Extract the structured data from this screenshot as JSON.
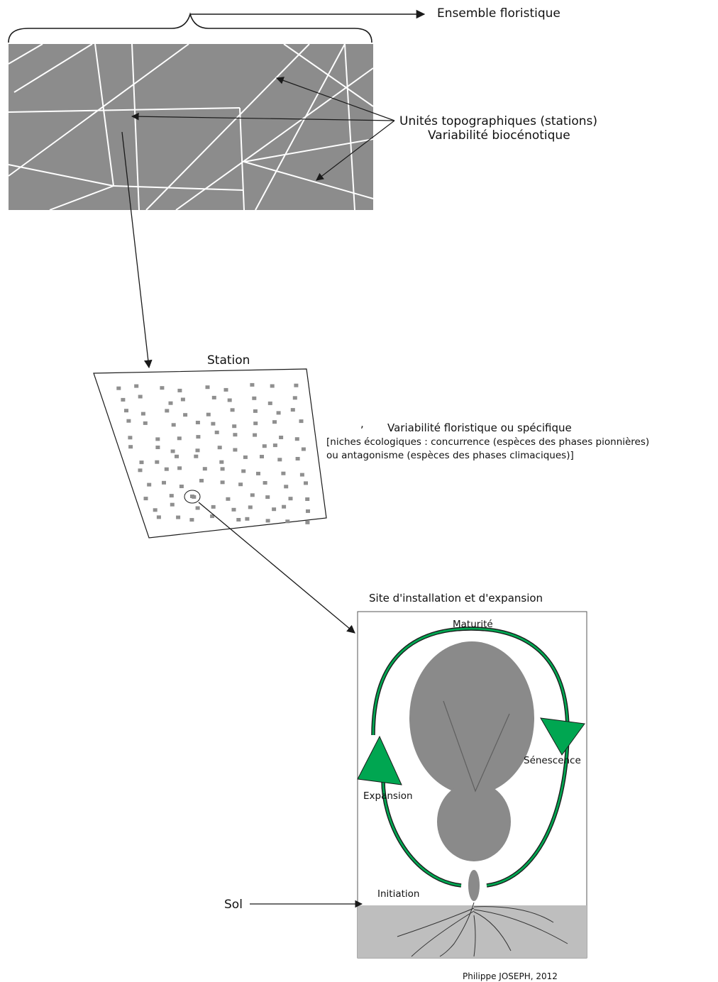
{
  "labels": {
    "ensemble": "Ensemble floristique",
    "unites": "Unités topographiques (stations)",
    "variabilite_bio": "Variabilité biocénotique",
    "station": "Station",
    "comma_mark": ",",
    "variabilite_flor": "Variabilité floristique ou spécifique",
    "niches_line1": "[niches écologiques : concurrence (espèces des phases pionnières)",
    "niches_line2": "ou antagonisme (espèces des phases climaciques)]",
    "site": "Site d'installation et d'expansion",
    "maturite": "Maturité",
    "senescence": "Sénescence",
    "expansion": "Expansion",
    "initiation": "Initiation",
    "sol": "Sol",
    "credit": "Philippe JOSEPH, 2012"
  },
  "colors": {
    "landscape_fill": "#8c8c8c",
    "landscape_lines": "#ffffff",
    "station_dots": "#8f8f8f",
    "plant_fill": "#8a8a8a",
    "soil_fill": "#bebebe",
    "cycle_green": "#00a651",
    "stroke": "#1a1a1a"
  }
}
